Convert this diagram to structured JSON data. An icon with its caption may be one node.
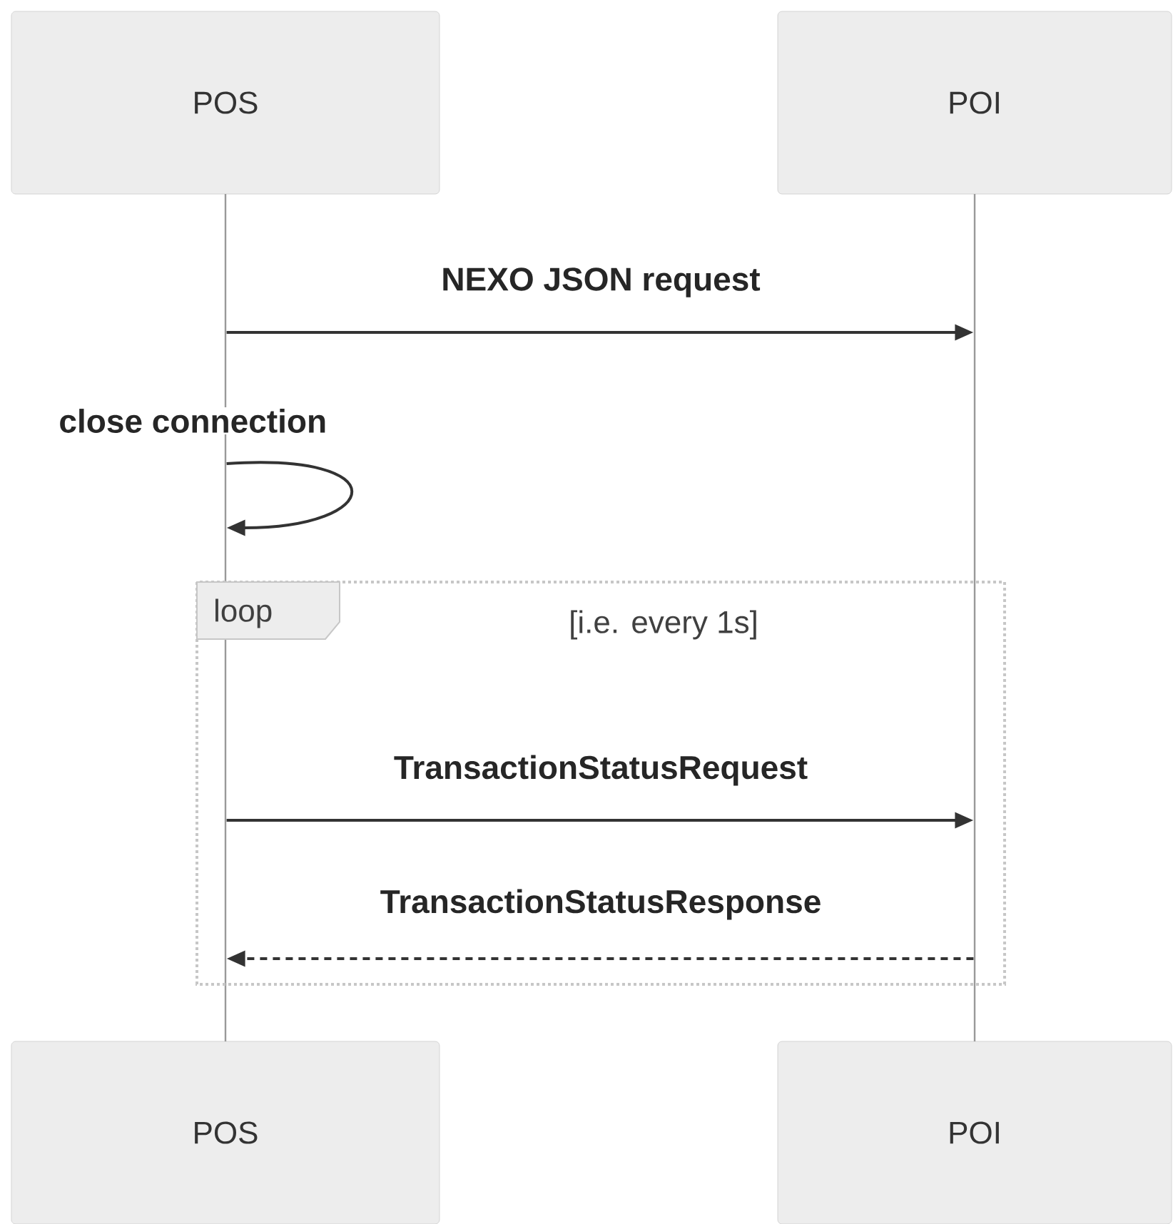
{
  "diagram": {
    "nodes": [
      {
        "text": [
          "POS"
        ]
      },
      {
        "text": [
          "POI"
        ]
      },
      {
        "text": [
          "POS"
        ]
      },
      {
        "text": [
          "POI"
        ]
      },
      {
        "text": [],
        "shape": "bar"
      },
      {
        "text": [],
        "shape": "bar"
      }
    ],
    "edges": [
      {
        "from": 4,
        "to": 5,
        "arrow": "to",
        "label": "NEXO JSON request"
      },
      {
        "from": 4,
        "to": 4,
        "arrow": "to",
        "label": "close connection"
      },
      {
        "from": 4,
        "to": 5,
        "arrow": "to",
        "label": "TransactionStatusRequest"
      },
      {
        "from": 5,
        "to": 4,
        "arrow": "to",
        "style": "dashed",
        "label": "TransactionStatusResponse"
      }
    ],
    "labels": [
      "loop",
      "[i.e. every 1s]"
    ]
  }
}
